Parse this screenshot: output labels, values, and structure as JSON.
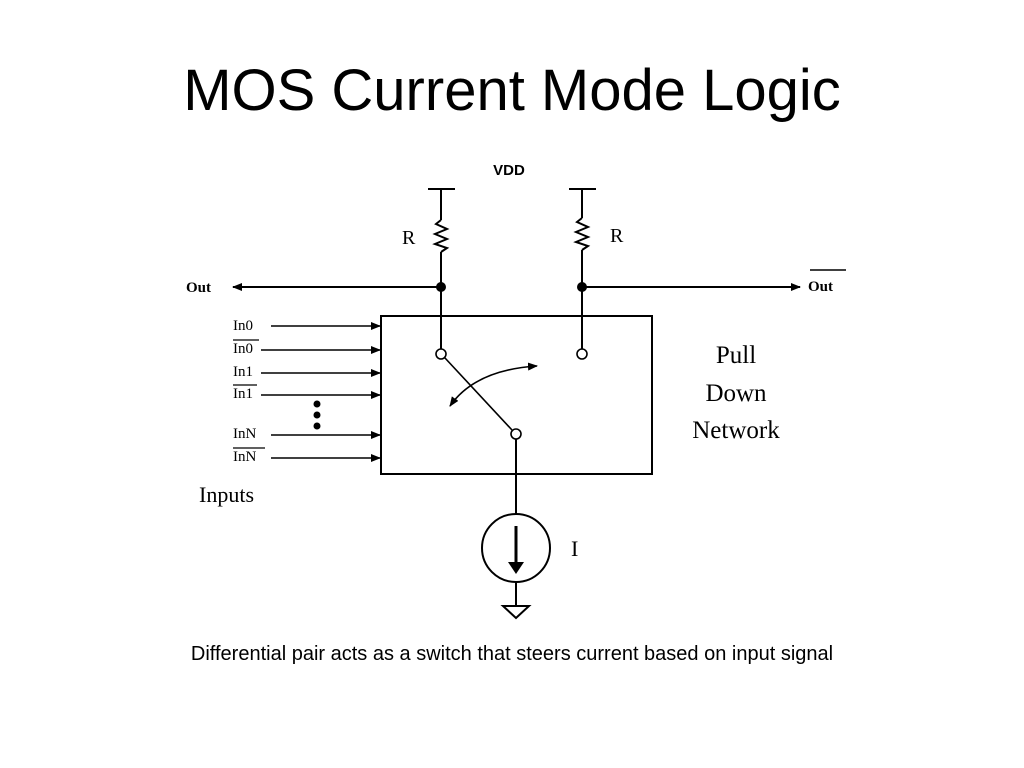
{
  "slide": {
    "title": "MOS Current Mode Logic",
    "caption": "Differential pair acts as a switch that steers current based on input signal"
  },
  "diagram": {
    "supply_label": "VDD",
    "left_resistor_label": "R",
    "right_resistor_label": "R",
    "out_label": "Out",
    "out_bar_label": "Out",
    "inputs": [
      "In0",
      "In0",
      "In1",
      "In1",
      "InN",
      "InN"
    ],
    "inputs_caption": "Inputs",
    "network_label_lines": [
      "Pull",
      "Down",
      "Network"
    ],
    "current_source_label": "I"
  }
}
